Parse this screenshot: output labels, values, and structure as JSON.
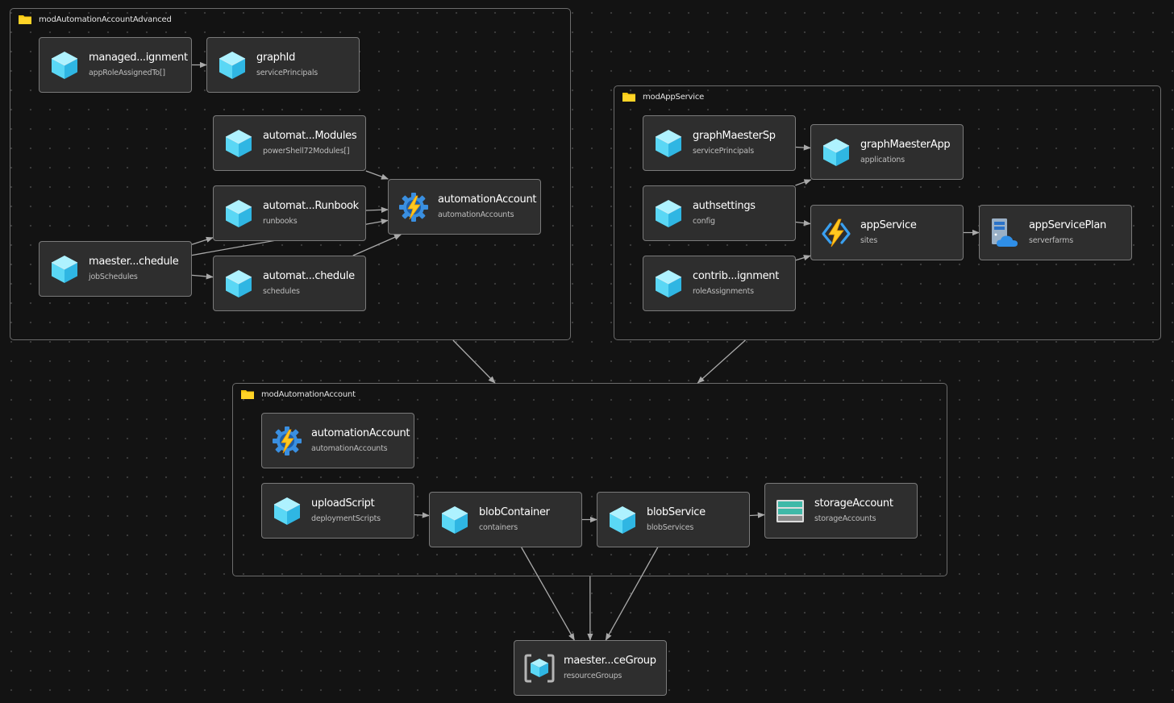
{
  "groups": [
    {
      "id": "g1",
      "label": "modAutomationAccountAdvanced"
    },
    {
      "id": "g2",
      "label": "modAppService"
    },
    {
      "id": "g3",
      "label": "modAutomationAccount"
    }
  ],
  "nodes": [
    {
      "id": "n1",
      "title": "managed...ignment",
      "type": "appRoleAssignedTo[]",
      "icon": "cube-icon"
    },
    {
      "id": "n2",
      "title": "graphId",
      "type": "servicePrincipals",
      "icon": "cube-icon"
    },
    {
      "id": "n3",
      "title": "automat...Modules",
      "type": "powerShell72Modules[]",
      "icon": "cube-icon"
    },
    {
      "id": "n4",
      "title": "automat...Runbook",
      "type": "runbooks",
      "icon": "cube-icon"
    },
    {
      "id": "n5",
      "title": "automationAccount",
      "type": "automationAccounts",
      "icon": "automation-icon"
    },
    {
      "id": "n6",
      "title": "maester...chedule",
      "type": "jobSchedules",
      "icon": "cube-icon"
    },
    {
      "id": "n7",
      "title": "automat...chedule",
      "type": "schedules",
      "icon": "cube-icon"
    },
    {
      "id": "n8",
      "title": "graphMaesterSp",
      "type": "servicePrincipals",
      "icon": "cube-icon"
    },
    {
      "id": "n9",
      "title": "graphMaesterApp",
      "type": "applications",
      "icon": "cube-icon"
    },
    {
      "id": "n10",
      "title": "authsettings",
      "type": "config",
      "icon": "cube-icon"
    },
    {
      "id": "n11",
      "title": "appService",
      "type": "sites",
      "icon": "app-service-icon"
    },
    {
      "id": "n12",
      "title": "appServicePlan",
      "type": "serverfarms",
      "icon": "app-service-plan-icon"
    },
    {
      "id": "n13",
      "title": "contrib...ignment",
      "type": "roleAssignments",
      "icon": "cube-icon"
    },
    {
      "id": "n14",
      "title": "automationAccount",
      "type": "automationAccounts",
      "icon": "automation-icon"
    },
    {
      "id": "n15",
      "title": "uploadScript",
      "type": "deploymentScripts",
      "icon": "cube-icon"
    },
    {
      "id": "n16",
      "title": "blobContainer",
      "type": "containers",
      "icon": "cube-icon"
    },
    {
      "id": "n17",
      "title": "blobService",
      "type": "blobServices",
      "icon": "cube-icon"
    },
    {
      "id": "n18",
      "title": "storageAccount",
      "type": "storageAccounts",
      "icon": "storage-account-icon"
    },
    {
      "id": "n19",
      "title": "maester...ceGroup",
      "type": "resourceGroups",
      "icon": "resource-group-icon"
    }
  ],
  "edges": [
    {
      "from": "n1",
      "to": "n2"
    },
    {
      "from": "n3",
      "to": "n5"
    },
    {
      "from": "n4",
      "to": "n5"
    },
    {
      "from": "n6",
      "to": "n4"
    },
    {
      "from": "n6",
      "to": "n5"
    },
    {
      "from": "n6",
      "to": "n7"
    },
    {
      "from": "n7",
      "to": "n5"
    },
    {
      "from": "n8",
      "to": "n9"
    },
    {
      "from": "n10",
      "to": "n9"
    },
    {
      "from": "n10",
      "to": "n11"
    },
    {
      "from": "n13",
      "to": "n11"
    },
    {
      "from": "n11",
      "to": "n12"
    },
    {
      "from": "n15",
      "to": "n16"
    },
    {
      "from": "n16",
      "to": "n17"
    },
    {
      "from": "n17",
      "to": "n18"
    },
    {
      "from": "n16",
      "to": "n19"
    },
    {
      "from": "n17",
      "to": "n19"
    },
    {
      "from": "g1",
      "to": "g3"
    },
    {
      "from": "g2",
      "to": "g3"
    },
    {
      "from": "g3",
      "to": "n19"
    }
  ],
  "colors": {
    "background": "#131313",
    "node_fill": "#2e2e2e",
    "node_border": "#7a7a7a",
    "group_border": "#6c6c6c",
    "edge": "#a9a9a9",
    "folder": "#f4c60f"
  }
}
